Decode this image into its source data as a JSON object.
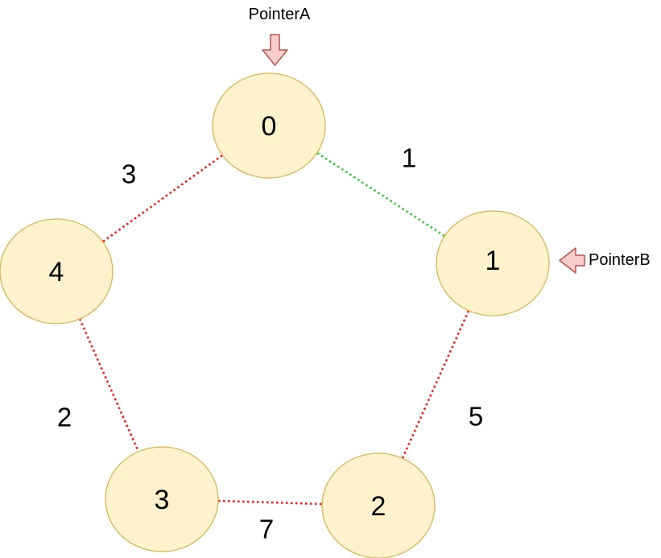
{
  "diagram": {
    "type": "weighted-graph",
    "description": "Five nodes arranged in a pentagon connected by dotted weighted edges; two pointers annotate nodes 0 and 1",
    "nodes": [
      {
        "id": "0",
        "label": "0"
      },
      {
        "id": "1",
        "label": "1"
      },
      {
        "id": "2",
        "label": "2"
      },
      {
        "id": "3",
        "label": "3"
      },
      {
        "id": "4",
        "label": "4"
      }
    ],
    "edges": [
      {
        "from": "0",
        "to": "1",
        "weight": "1",
        "color_role": "green",
        "style": "dotted"
      },
      {
        "from": "0",
        "to": "4",
        "weight": "3",
        "color_role": "red",
        "style": "dotted"
      },
      {
        "from": "1",
        "to": "2",
        "weight": "5",
        "color_role": "red",
        "style": "dotted"
      },
      {
        "from": "4",
        "to": "3",
        "weight": "2",
        "color_role": "red",
        "style": "dotted"
      },
      {
        "from": "3",
        "to": "2",
        "weight": "7",
        "color_role": "red",
        "style": "dotted"
      }
    ],
    "pointers": [
      {
        "label": "PointerA",
        "direction": "down",
        "target_node": "0"
      },
      {
        "label": "PointerB",
        "direction": "left",
        "target_node": "1"
      }
    ],
    "colors": {
      "node_fill": "#FFF2CC",
      "node_stroke": "#D6B656",
      "edge_red": "#FF1A1A",
      "edge_green": "#33CC33",
      "pointer_fill": "#F8CECC",
      "pointer_stroke": "#B85450",
      "text": "#000000",
      "background": "#FFFFFF"
    }
  }
}
